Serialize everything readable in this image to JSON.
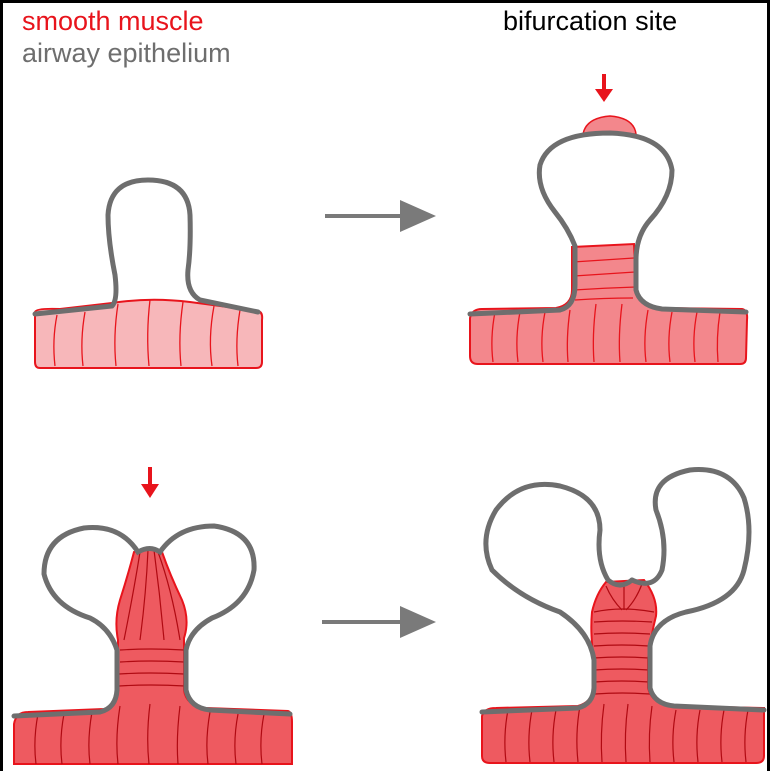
{
  "legend": {
    "smooth_muscle": "smooth muscle",
    "airway_epithelium": "airway epithelium"
  },
  "annotation": {
    "bifurcation_site": "bifurcation site"
  },
  "colors": {
    "smooth_muscle": "#e8141c",
    "airway_epithelium": "#6e6e6e",
    "muscle_fill_light": "#f7b7ba",
    "muscle_fill_mid": "#f3878c",
    "muscle_fill_dark": "#ee5a60",
    "arrow": "#7a7a7a",
    "marker": "#e8141c"
  }
}
